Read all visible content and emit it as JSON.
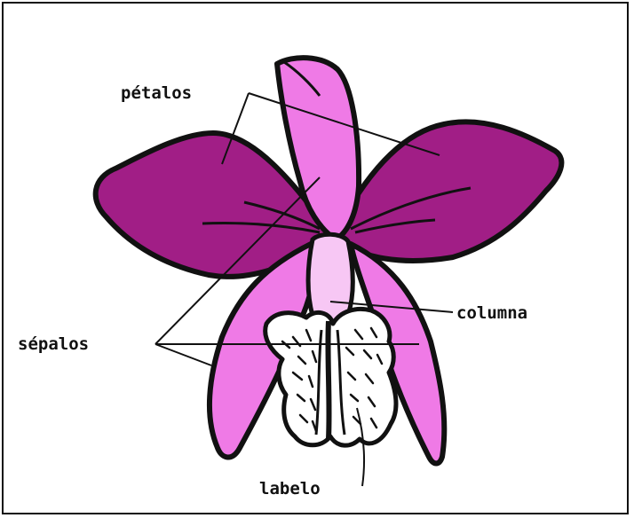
{
  "labels": {
    "petals": "pétalos",
    "sepals": "sépalos",
    "column": "columna",
    "labellum": "labelo"
  },
  "colors": {
    "petal": "#A11E86",
    "sepal": "#EF7AE6",
    "column": "#F7C7F4",
    "labellum": "#FFFFFF",
    "outline": "#111111"
  }
}
